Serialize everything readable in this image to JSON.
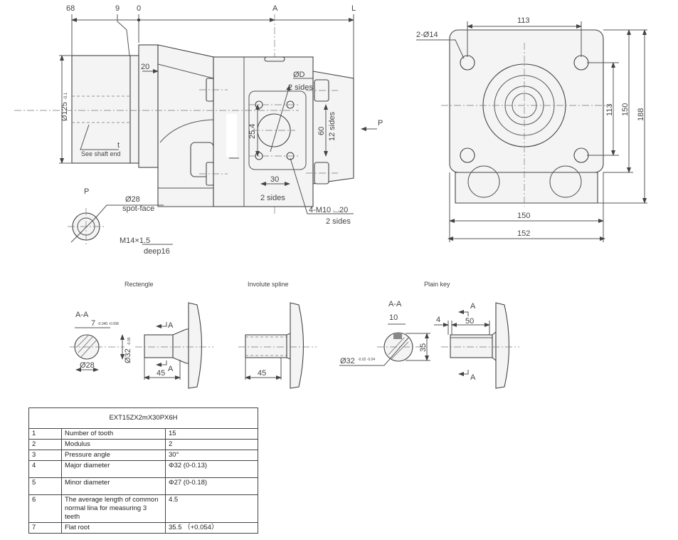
{
  "side_view": {
    "dim_68": "68",
    "dim_9": "9",
    "dim_0": "0",
    "dim_A": "A",
    "dim_L": "L",
    "dim_20": "20",
    "phi_d": "ØD",
    "phi_d_sides": "2 sides",
    "dim_25_4": "25.4",
    "dim_60": "60",
    "dim_12_sides": "12 sides",
    "dim_30": "30",
    "dim_30_sides": "2 sides",
    "thread": "4-M10 ⌴20",
    "thread_sides": "2 sides",
    "port_p": "P",
    "phi_125": "Ø125",
    "phi_125_tol": "-0.1",
    "shaft_t": "t",
    "see_shaft_end": "See shaft end"
  },
  "port_detail": {
    "title": "P",
    "phi_28": "Ø28",
    "spot_face": "spot-face",
    "thread": "M14×1.5",
    "depth": "deep16"
  },
  "front_view": {
    "dim_113_top": "113",
    "holes": "2-Ø14",
    "dim_113_side": "113",
    "dim_150_side": "150",
    "dim_188": "188",
    "dim_150_bottom": "150",
    "dim_152": "152"
  },
  "shaft_ends": {
    "rectangle": {
      "title": "Rectengle",
      "section": "A-A",
      "dim_7": "7",
      "dim_7_tol": "-0.040 -0.098",
      "phi_32": "Ø32",
      "phi_32_tol": "-0.05",
      "phi_28": "Ø28",
      "len": "45",
      "arrow_a1": "A",
      "arrow_a2": "A"
    },
    "involute": {
      "title": "Involute spline",
      "len": "45"
    },
    "plain_key": {
      "title": "Plain key",
      "section": "A-A",
      "dim_10": "10",
      "dim_35": "35",
      "phi_32": "Ø32",
      "phi_32_tol": "-0.02 -0.04",
      "dim_4": "4",
      "dim_50": "50",
      "arrow_a1": "A",
      "arrow_a2": "A"
    }
  },
  "spline_table": {
    "title": "EXT15ZX2mX30PX6H",
    "rows": [
      {
        "no": "1",
        "param": "Number of tooth",
        "value": "15"
      },
      {
        "no": "2",
        "param": "Modulus",
        "value": "2"
      },
      {
        "no": "3",
        "param": "Pressure angle",
        "value": "30°"
      },
      {
        "no": "4",
        "param": "Major diameter",
        "value": "Φ32 (0-0.13)"
      },
      {
        "no": "5",
        "param": "Minor diameter",
        "value": "Φ27 (0-0.18)"
      },
      {
        "no": "6",
        "param": "The average length of common normal lina for measuring 3 teeth",
        "value": "4.5"
      },
      {
        "no": "7",
        "param": "Flat root",
        "value": "35.5 （+0.054）"
      }
    ]
  }
}
